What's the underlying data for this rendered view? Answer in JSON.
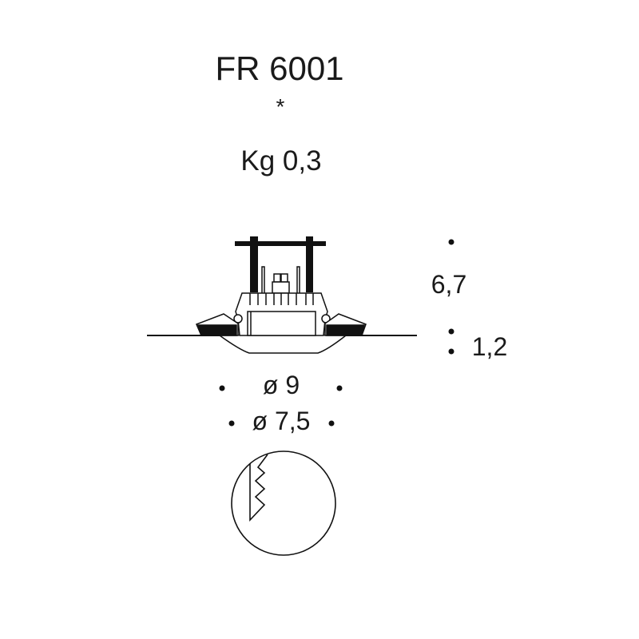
{
  "title": "FR 6001",
  "note_marker": "*",
  "weight": "Kg 0,3",
  "dimensions": {
    "height": "6,7",
    "trim_height": "1,2",
    "outer_diameter": "ø 9",
    "cutout_diameter": "ø 7,5"
  }
}
